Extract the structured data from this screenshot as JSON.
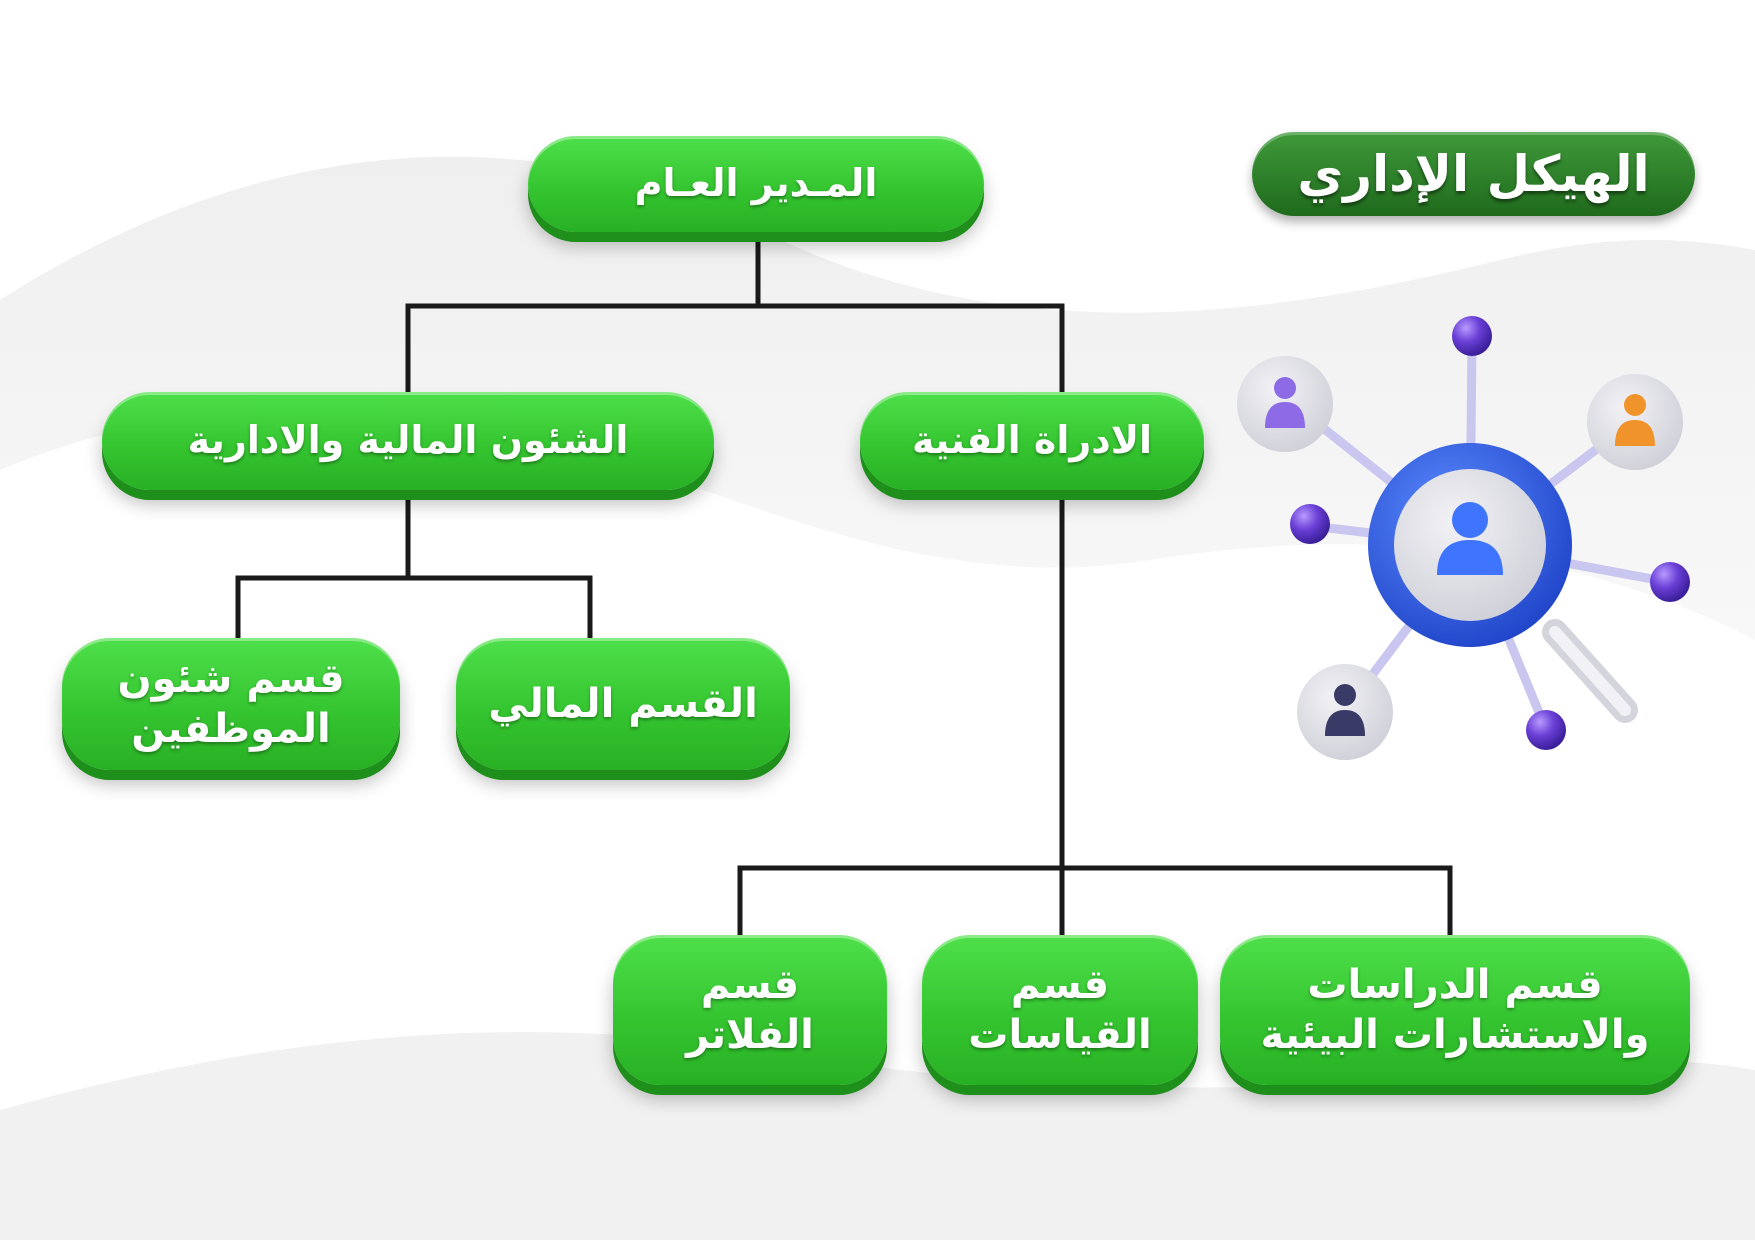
{
  "title": "الهيكل الإداري",
  "nodes": {
    "general_manager": "المـدير العـام",
    "technical_admin": "الادراة الفنية",
    "finance_admin": "الشئون المالية والادارية",
    "finance_dept": "القسم المالي",
    "hr_dept": "قسم شئون الموظفين",
    "filters_dept": "قسم الفلاتر",
    "measurements_dept": "قسم القياسات",
    "env_studies_dept": "قسم الدراسات والاستشارات البيئية"
  },
  "colors": {
    "node_green": "#35c530",
    "title_green": "#2a7d26",
    "connector": "#1a1a1a",
    "magnifier_blue": "#2f5fe0",
    "node_purple": "#6a3fd6"
  },
  "icons": [
    "people-network-magnifier-icon"
  ]
}
